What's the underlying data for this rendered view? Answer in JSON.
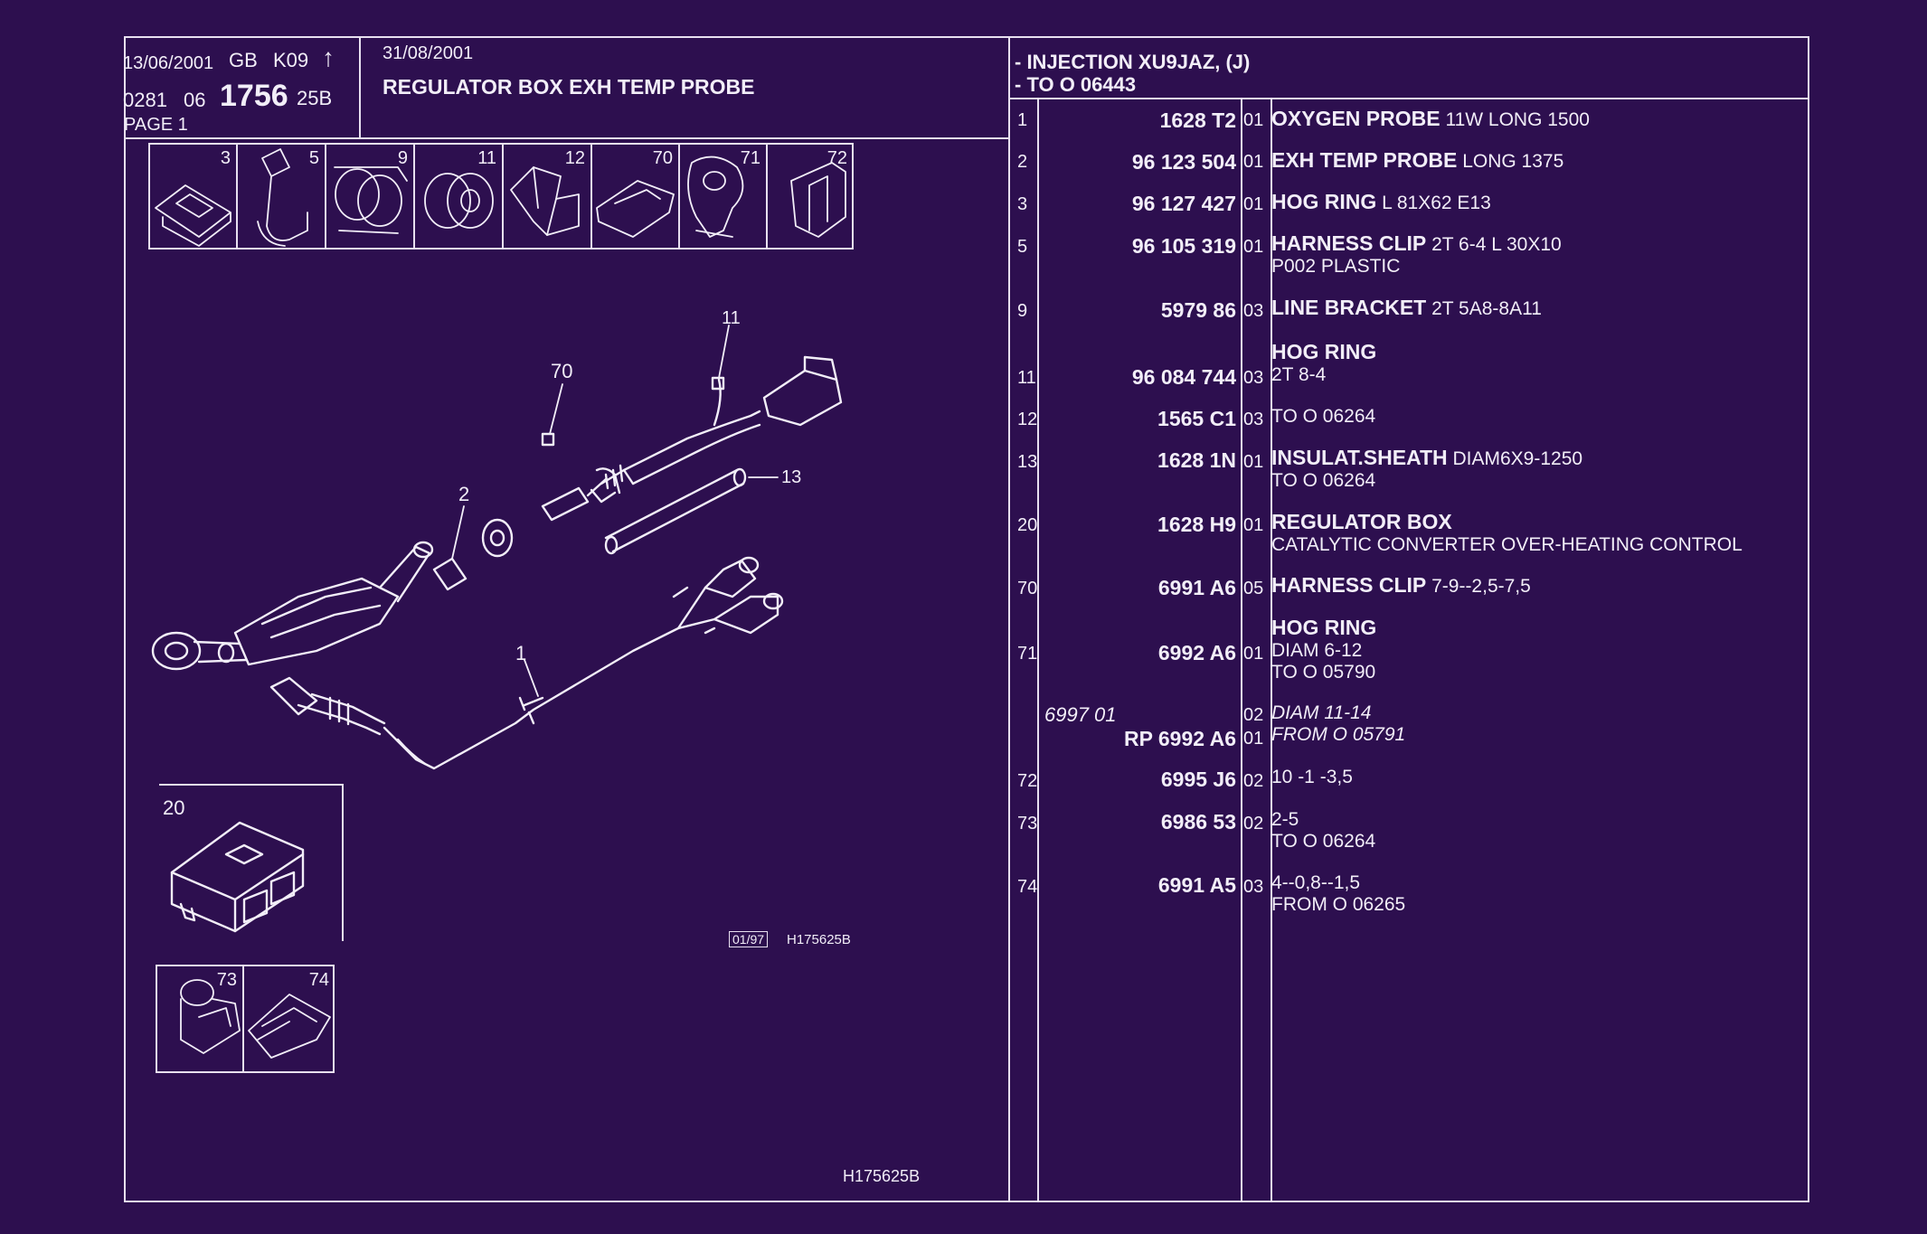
{
  "header": {
    "date1": "13/06/2001",
    "lang": "GB",
    "code": "K09",
    "arrow": "↑",
    "ref_prefix": "0281",
    "ref_mid": "06",
    "ref_main": "1756",
    "ref_suffix": "25B",
    "page": "PAGE 1",
    "date2": "31/08/2001",
    "title": "REGULATOR BOX EXH TEMP PROBE",
    "application_line1": "- INJECTION XU9JAZ, (J)",
    "application_line2": "- TO O  06443"
  },
  "tiles": [
    "3",
    "5",
    "9",
    "11",
    "12",
    "70",
    "71",
    "72"
  ],
  "tiles_bottom": [
    "73",
    "74"
  ],
  "inset_label": "20",
  "callouts": [
    "1",
    "2",
    "11",
    "13",
    "70"
  ],
  "stamp": "01/97",
  "drawing_ref": "H175625B",
  "footer_ref": "H175625B",
  "parts": [
    {
      "no": "1",
      "part": "1628 T2",
      "qty": "01",
      "name": "OXYGEN PROBE",
      "detail": "11W LONG 1500",
      "extra": ""
    },
    {
      "no": "2",
      "part": "96 123 504",
      "qty": "01",
      "name": "EXH TEMP PROBE",
      "detail": "LONG 1375",
      "extra": ""
    },
    {
      "no": "3",
      "part": "96 127 427",
      "qty": "01",
      "name": "HOG RING",
      "detail": "L 81X62 E13",
      "extra": ""
    },
    {
      "no": "5",
      "part": "96 105 319",
      "qty": "01",
      "name": "HARNESS CLIP",
      "detail": "2T 6-4 L 30X10",
      "extra": "P002 PLASTIC"
    },
    {
      "no": "9",
      "part": "5979 86",
      "qty": "03",
      "name": "LINE BRACKET",
      "detail": "2T 5A8-8A11",
      "extra": ""
    },
    {
      "no": "11",
      "part": "96 084 744",
      "qty": "03",
      "name": "HOG RING",
      "detail": "",
      "extra": "2T 8-4"
    },
    {
      "no": "12",
      "part": "1565 C1",
      "qty": "03",
      "name": "",
      "detail": "TO  O  06264",
      "extra": ""
    },
    {
      "no": "13",
      "part": "1628 1N",
      "qty": "01",
      "name": "INSULAT.SHEATH",
      "detail": "DIAM6X9-1250",
      "extra": "TO  O  06264"
    },
    {
      "no": "20",
      "part": "1628 H9",
      "qty": "01",
      "name": "REGULATOR BOX",
      "detail": "",
      "extra": "CATALYTIC CONVERTER OVER-HEATING CONTROL"
    },
    {
      "no": "70",
      "part": "6991 A6",
      "qty": "05",
      "name": "HARNESS CLIP",
      "detail": "7-9--2,5-7,5",
      "extra": ""
    },
    {
      "no": "71",
      "part": "6992 A6",
      "qty": "01",
      "name": "HOG RING",
      "detail": "",
      "extra": "DIAM 6-12",
      "extra2": "TO  O  05790"
    },
    {
      "no": "",
      "part_italic": "6997 01",
      "qty_a": "02",
      "detail_italic_a": "DIAM 11-14",
      "part_rp": "RP  6992 A6",
      "qty_b": "01",
      "detail_italic_b": "FROM  O  05791"
    },
    {
      "no": "72",
      "part": "6995 J6",
      "qty": "02",
      "name": "",
      "detail": "10 -1 -3,5",
      "extra": ""
    },
    {
      "no": "73",
      "part": "6986 53",
      "qty": "02",
      "name": "",
      "detail": "2-5",
      "extra": "TO  O  06264"
    },
    {
      "no": "74",
      "part": "6991 A5",
      "qty": "03",
      "name": "",
      "detail": "4--0,8--1,5",
      "extra": "FROM  O  06265"
    }
  ]
}
